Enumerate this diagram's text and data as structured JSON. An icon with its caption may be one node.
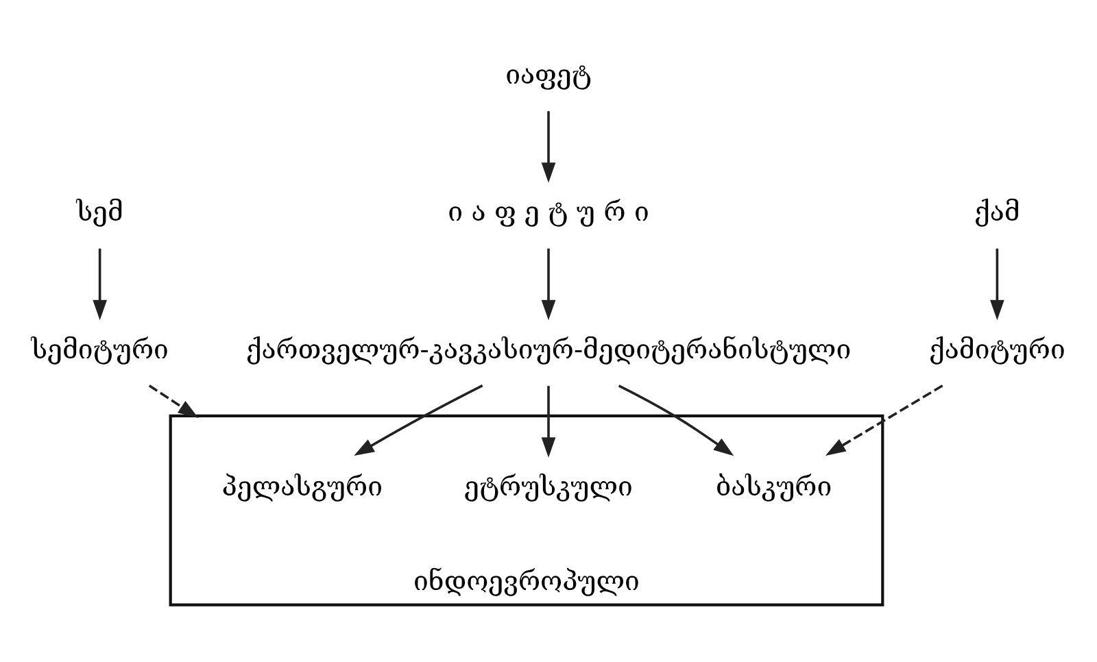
{
  "diagram": {
    "nodes": [
      {
        "text": [
          "სემ"
        ]
      },
      {
        "text": [
          "იაფეტ"
        ]
      },
      {
        "text": [
          "ქამ"
        ]
      },
      {
        "text": [
          "სემიტური"
        ]
      },
      {
        "text": [
          "ი ა ფ ე ტ უ რ ი"
        ]
      },
      {
        "text": [
          "ქამიტური"
        ]
      },
      {
        "text": [
          "ქართველურ-კავკასიურ-მედიტერანისტული"
        ]
      },
      {
        "text": [
          "ინდოევროპული"
        ]
      },
      {
        "text": [
          "პელასგური"
        ],
        "in": 7
      },
      {
        "text": [
          "ეტრუსკული"
        ],
        "in": 7
      },
      {
        "text": [
          "ბასკური"
        ],
        "in": 7
      }
    ],
    "edges": [
      {
        "from": 0,
        "to": 3,
        "arrow": "to"
      },
      {
        "from": 1,
        "to": 4,
        "arrow": "to"
      },
      {
        "from": 2,
        "to": 5,
        "arrow": "to"
      },
      {
        "from": 4,
        "to": 6,
        "arrow": "to"
      },
      {
        "from": 6,
        "to": 8,
        "arrow": "to"
      },
      {
        "from": 6,
        "to": 10,
        "arrow": "to"
      },
      {
        "from": 6,
        "to": 9,
        "arrow": "to"
      },
      {
        "from": 3,
        "to": 7,
        "arrow": "to",
        "style": "dashed"
      },
      {
        "from": 5,
        "to": 10,
        "arrow": "to",
        "style": "dashed"
      }
    ]
  }
}
